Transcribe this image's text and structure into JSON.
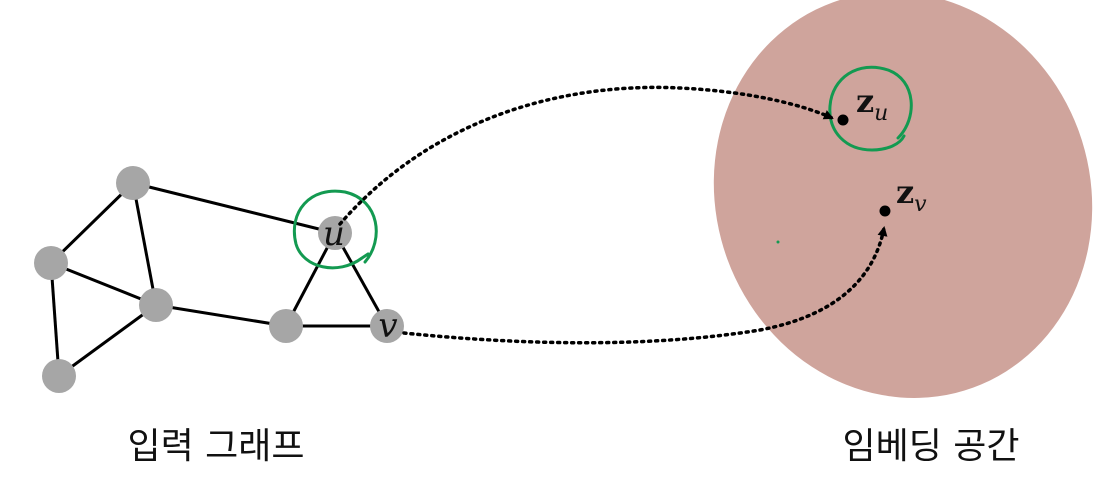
{
  "colors": {
    "node_fill": "#a6a6a6",
    "edge": "#000000",
    "embedding_space_fill": "#cfa49c",
    "highlight_circle": "#139a51",
    "mapping_arrow": "#000000",
    "embedding_point": "#000000"
  },
  "graph": {
    "caption": "입력 그래프",
    "node_u_label": "u",
    "node_v_label": "v"
  },
  "embedding": {
    "caption": "임베딩 공간",
    "z_u_base": "z",
    "z_u_sub": "u",
    "z_v_base": "z",
    "z_v_sub": "v"
  }
}
